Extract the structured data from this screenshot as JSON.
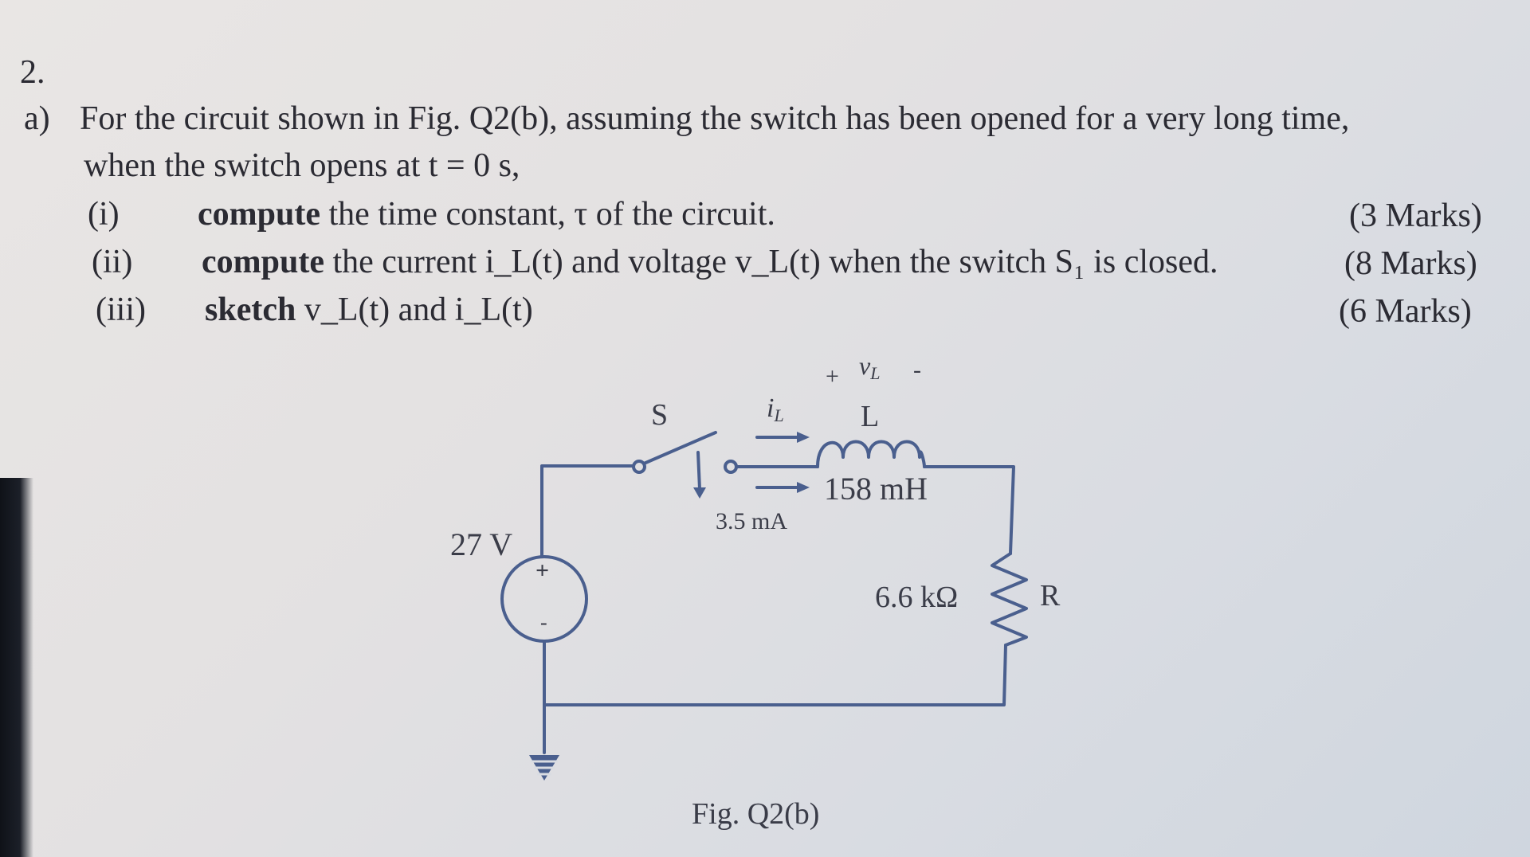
{
  "question": {
    "number": "2.",
    "part": "a)",
    "line1": "For the circuit shown in Fig. Q2(b), assuming the switch has been opened for a very long time,",
    "line2": "when the switch opens at t = 0 s,",
    "items": [
      {
        "num": "(i)",
        "verb": "compute",
        "rest": " the time constant, τ of the circuit.",
        "marks": "(3 Marks)"
      },
      {
        "num": "(ii)",
        "verb": "compute",
        "rest": " the current i_L(t) and voltage v_L(t) when the switch S₁ is closed.",
        "marks": "(8 Marks)"
      },
      {
        "num": "(iii)",
        "verb": "sketch",
        "rest": " v_L(t) and i_L(t)",
        "marks": "(6 Marks)"
      }
    ]
  },
  "circuit": {
    "switch_label": "S",
    "current_label": "i",
    "current_sub": "L",
    "inductor_label": "L",
    "inductor_value": "158 mH",
    "vl_plus": "+",
    "vl_label": "v",
    "vl_sub": "L",
    "vl_minus": "-",
    "initial_current": "3.5 mA",
    "source_value": "27 V",
    "source_plus": "+",
    "source_minus": "-",
    "resistor_value": "6.6 kΩ",
    "resistor_label": "R",
    "caption": "Fig. Q2(b)"
  },
  "colors": {
    "wire": "#4a5f8e",
    "text": "#2b2b33"
  }
}
